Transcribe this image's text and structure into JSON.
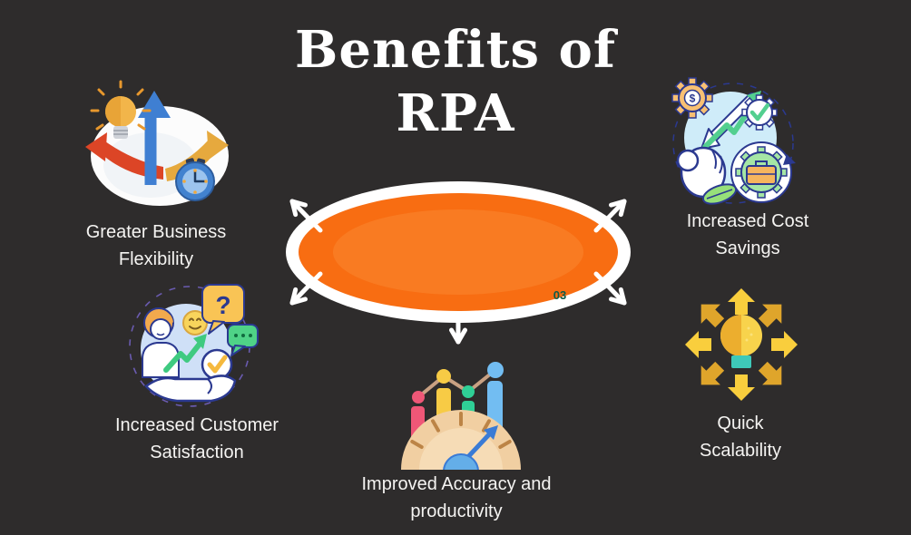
{
  "meta": {
    "type": "infographic"
  },
  "colors": {
    "background": "#2e2c2c",
    "title_text": "#ffffff",
    "label_text": "#f5f4f2",
    "ellipse_fill": "#f86d12",
    "ellipse_inner": "#f97e26",
    "ellipse_ring": "#ffffff",
    "arrow_white": "#ffffff",
    "badge_green": "#0c5c4a"
  },
  "title": {
    "line1": "Benefits of",
    "line2": "RPA"
  },
  "center": {
    "badge": "03"
  },
  "benefits": [
    {
      "id": "greater-business-flexibility",
      "position": "top-left",
      "icon": "flexibility-arrows-bulb-clock-icon",
      "lines": [
        "Greater Business",
        "Flexibility"
      ]
    },
    {
      "id": "increased-cost-savings",
      "position": "top-right",
      "icon": "cost-savings-gears-hand-leaf-icon",
      "lines": [
        "Increased Cost",
        "Savings"
      ]
    },
    {
      "id": "increased-customer-satisfaction",
      "position": "bottom-left",
      "icon": "customer-satisfaction-chat-check-icon",
      "lines": [
        "Increased Customer",
        "Satisfaction"
      ]
    },
    {
      "id": "improved-accuracy-productivity",
      "position": "bottom-center",
      "icon": "gauge-bar-chart-icon",
      "lines": [
        "Improved Accuracy and",
        "productivity"
      ]
    },
    {
      "id": "quick-scalability",
      "position": "bottom-right",
      "icon": "bulb-expanding-arrows-icon",
      "lines": [
        "Quick",
        "Scalability"
      ]
    }
  ],
  "icon_glyphs": {
    "dollar": "$",
    "question": "?"
  }
}
